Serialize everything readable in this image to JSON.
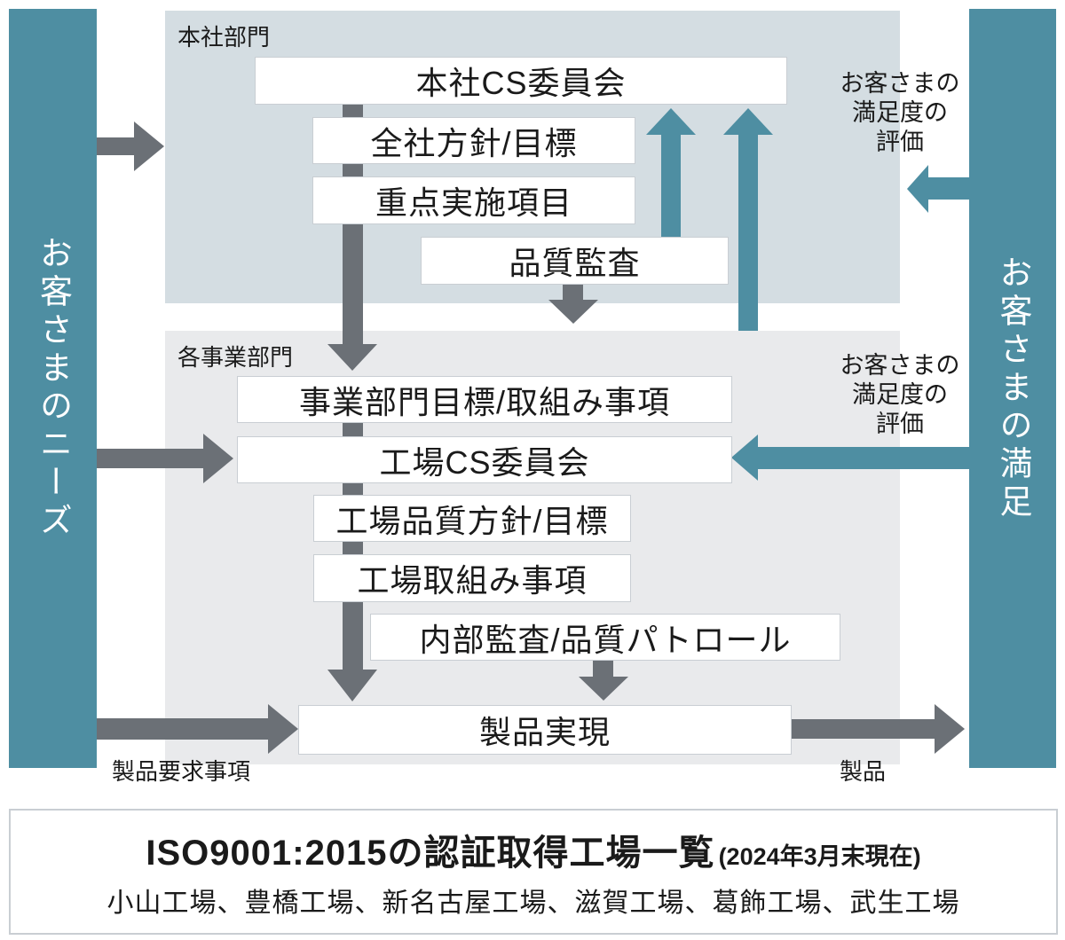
{
  "colors": {
    "teal": "#4E8EA2",
    "gray_arrow": "#6B7076",
    "hq_section_bg": "#D4DDE2",
    "division_section_bg": "#E9EAEC",
    "text": "#1A1A1A",
    "box_border": "#C9CED3"
  },
  "diagram": {
    "left_bar_label": "お客さまのニーズ",
    "right_bar_label": "お客さまの満足",
    "hq_section": {
      "label": "本社部門",
      "box_cs_committee": "本社CS委員会",
      "box_policy": "全社方針/目標",
      "box_priority": "重点実施項目",
      "box_audit": "品質監査",
      "note": [
        "お客さまの",
        "満足度の",
        "評価"
      ]
    },
    "division_section": {
      "label": "各事業部門",
      "box_division_goals": "事業部門目標/取組み事項",
      "box_factory_cs": "工場CS委員会",
      "box_factory_policy": "工場品質方針/目標",
      "box_factory_actions": "工場取組み事項",
      "box_internal_audit": "内部監査/品質パトロール",
      "box_product_realization": "製品実現",
      "note": [
        "お客さまの",
        "満足度の",
        "評価"
      ]
    },
    "bottom_labels": {
      "left": "製品要求事項",
      "right": "製品"
    }
  },
  "footer": {
    "title": "ISO9001:2015の認証取得工場一覧",
    "title_suffix": "(2024年3月末現在)",
    "factories": "小山工場、豊橋工場、新名古屋工場、滋賀工場、葛飾工場、武生工場"
  }
}
